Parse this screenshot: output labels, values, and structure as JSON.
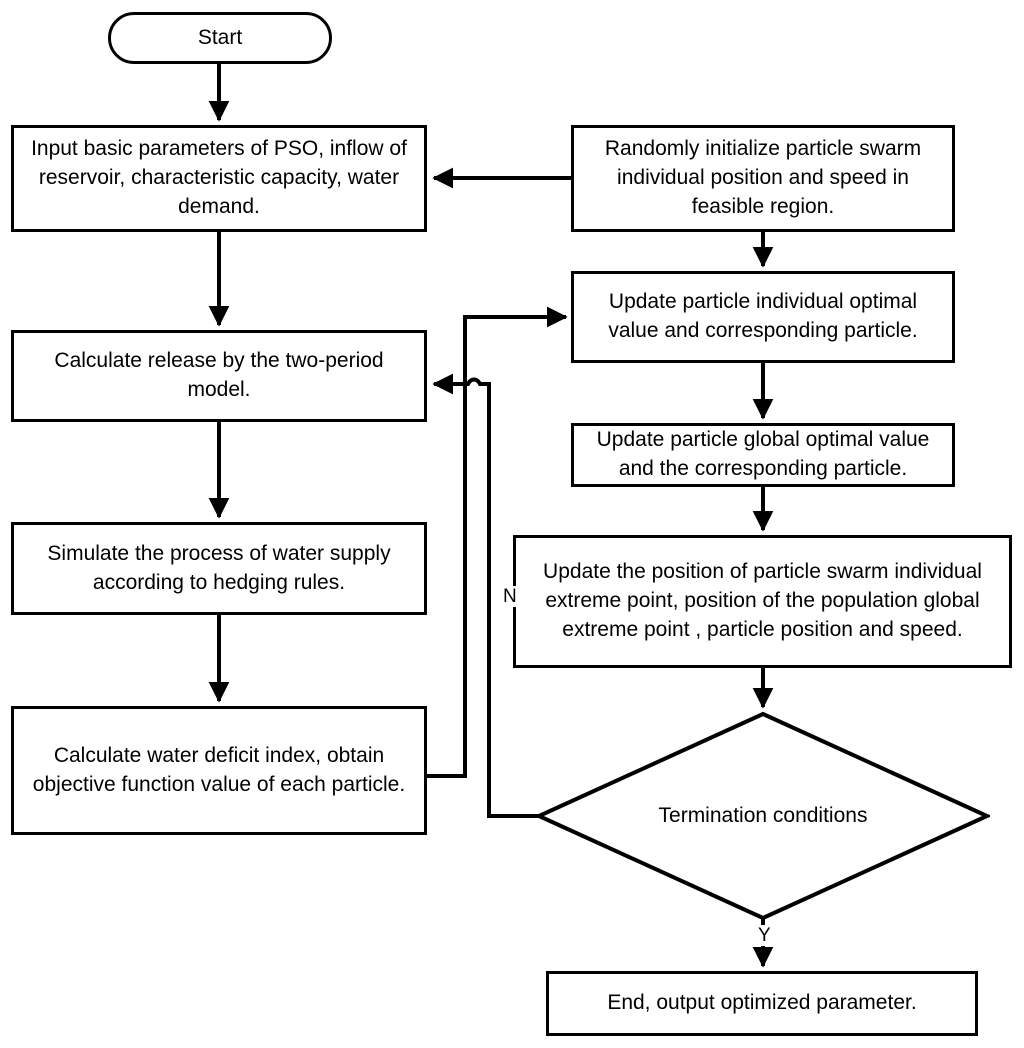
{
  "diagram": {
    "title": "PSO hedging-rule optimization flowchart",
    "stroke_color": "#000000",
    "background_color": "#ffffff",
    "nodes": {
      "start": {
        "label": "Start",
        "shape": "terminator"
      },
      "input_params": {
        "label": "Input basic parameters of PSO, inflow of reservoir, characteristic capacity, water demand.",
        "shape": "process"
      },
      "random_init": {
        "label": "Randomly initialize particle swarm individual position and speed in feasible region.",
        "shape": "process"
      },
      "calc_release": {
        "label": "Calculate release by the  two-period model.",
        "shape": "process"
      },
      "update_individual": {
        "label": "Update particle individual optimal value and corresponding particle.",
        "shape": "process"
      },
      "update_global": {
        "label": "Update particle global optimal value and the corresponding particle.",
        "shape": "process"
      },
      "simulate_supply": {
        "label": "Simulate the process of water supply according to hedging rules.",
        "shape": "process"
      },
      "update_position": {
        "label": "Update the position of particle swarm individual extreme point, position of the population global extreme point ,  particle position and speed.",
        "shape": "process"
      },
      "calc_deficit": {
        "label": "Calculate water deficit index, obtain objective function value of each particle.",
        "shape": "process"
      },
      "termination": {
        "label": "Termination conditions",
        "shape": "decision"
      },
      "end": {
        "label": "End, output optimized parameter.",
        "shape": "process"
      }
    },
    "edge_labels": {
      "no_branch": "N",
      "yes_branch": "Y"
    }
  }
}
